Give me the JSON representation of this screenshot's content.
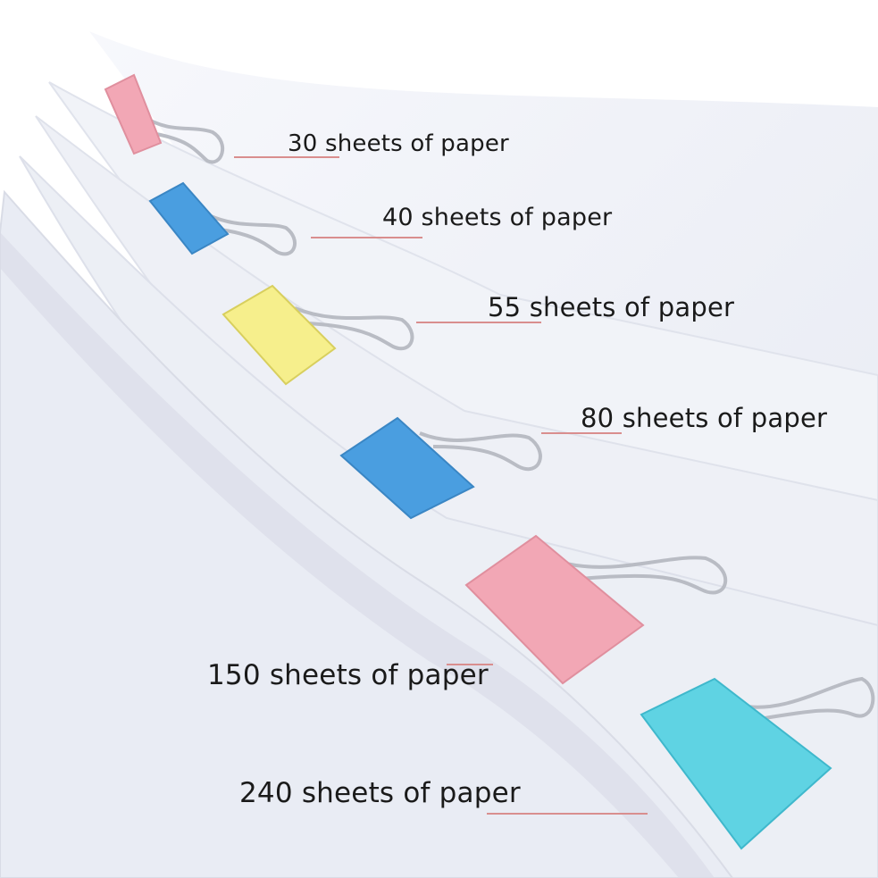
{
  "labels": [
    "30 sheets of paper",
    "40 sheets of paper",
    "55 sheets of paper",
    "80 sheets of paper",
    "150 sheets of paper",
    "240 sheets of paper"
  ],
  "colors": {
    "clip_pink": "#f2a7b5",
    "clip_blue": "#4a9ee0",
    "clip_yellow": "#f6ef8c",
    "clip_cyan": "#5fd3e3",
    "paper": "#eef0f6",
    "paper_edge": "#d9dce6",
    "handle": "#b9bcc4",
    "leader": "#d98e8e"
  }
}
